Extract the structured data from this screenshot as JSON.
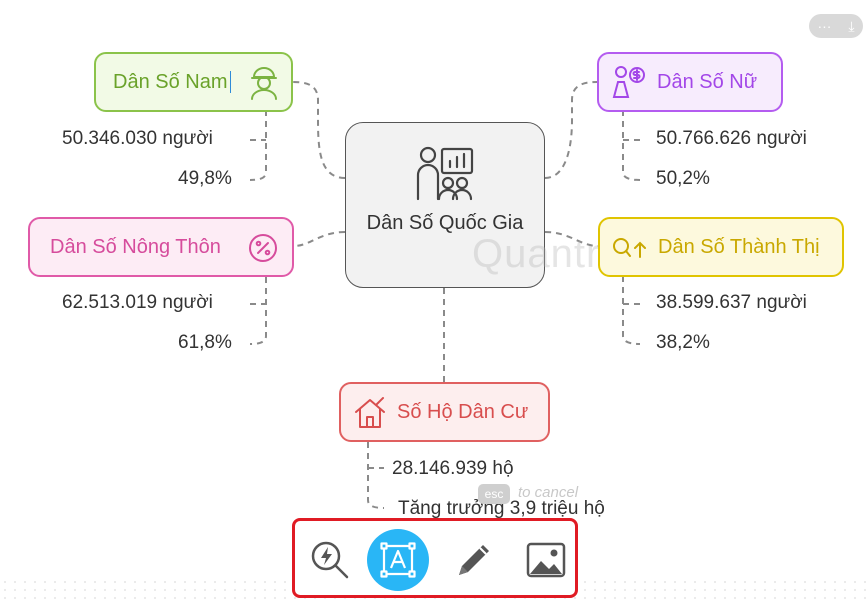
{
  "center": {
    "title": "Dân Số Quốc Gia"
  },
  "nodes": {
    "nam": {
      "label": "Dân Số Nam",
      "value": "50.346.030 người",
      "percent": "49,8%",
      "color": "#8bc34a"
    },
    "nu": {
      "label": "Dân Số Nữ",
      "value": "50.766.626 người",
      "percent": "50,2%",
      "color": "#b45cf0"
    },
    "nong_thon": {
      "label": "Dân Số Nông Thôn",
      "value": "62.513.019 người",
      "percent": "61,8%",
      "color": "#e05aa8"
    },
    "thanh_thi": {
      "label": "Dân Số Thành Thị",
      "value": "38.599.637 người",
      "percent": "38,2%",
      "color": "#d6b800"
    },
    "ho_dan_cu": {
      "label": "Số Hộ Dân Cư",
      "value": "28.146.939 hộ",
      "growth": "Tăng trưởng 3,9 triệu hộ",
      "color": "#e06060"
    }
  },
  "overlay": {
    "esc_key": "esc",
    "cancel_hint": "to cancel",
    "more_label": "···",
    "download_label": "⤓"
  },
  "toolbar": {
    "tools": [
      {
        "icon": "magic-search-icon",
        "name": "quick-search"
      },
      {
        "icon": "text-box-icon",
        "name": "text",
        "active": true
      },
      {
        "icon": "pen-icon",
        "name": "pen"
      },
      {
        "icon": "image-icon",
        "name": "image"
      }
    ],
    "accent": "#29b6f6",
    "highlight": "#e01b24"
  },
  "watermark": "Quantrimang"
}
